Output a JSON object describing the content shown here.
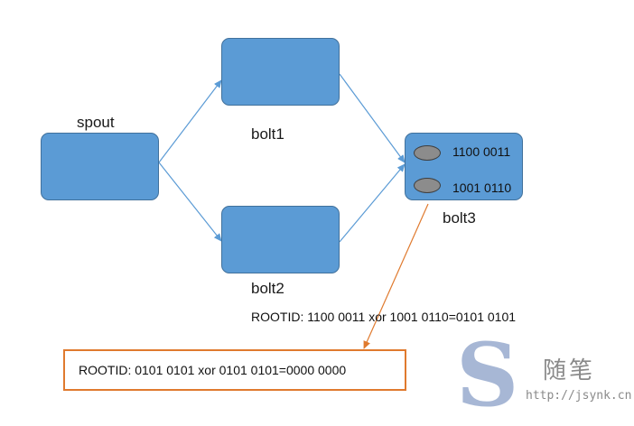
{
  "nodes": {
    "spout": {
      "label": "spout"
    },
    "bolt1": {
      "label": "bolt1"
    },
    "bolt2": {
      "label": "bolt2"
    },
    "bolt3": {
      "label": "bolt3",
      "tuple_ids": [
        "1100 0011",
        "1001 0110"
      ]
    }
  },
  "rootid_equation": "ROOTID: 1100 0011 xor 1001 0110=0101 0101",
  "result": "ROOTID: 0101 0101 xor 0101 0101=0000 0000",
  "colors": {
    "node_fill": "#5b9bd5",
    "node_border": "#41719c",
    "edge": "#5b9bd5",
    "ack_arrow": "#e07a2e",
    "result_border": "#e07a2e"
  },
  "watermark": {
    "logo_letter": "S",
    "brand": "随笔",
    "url": "http://jsynk.cn"
  }
}
